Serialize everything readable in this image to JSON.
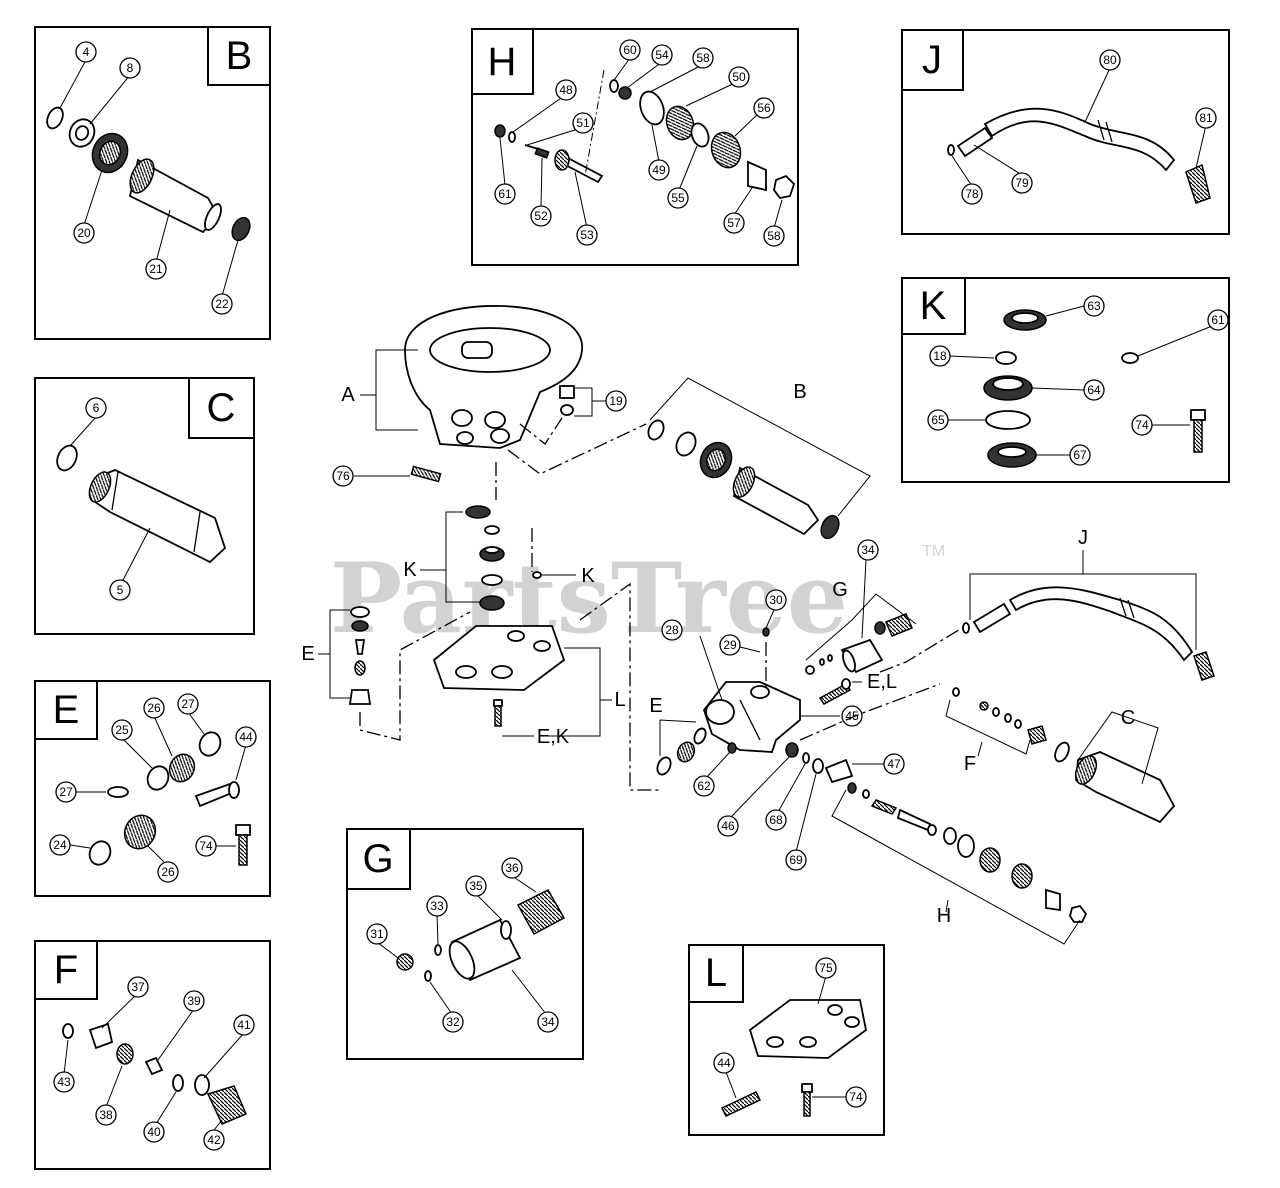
{
  "watermark": {
    "text": "PartsTree",
    "tm": "TM"
  },
  "insets": [
    {
      "letter": "B",
      "callouts": [
        "4",
        "8",
        "20",
        "21",
        "22"
      ]
    },
    {
      "letter": "H",
      "callouts": [
        "60",
        "54",
        "58",
        "48",
        "51",
        "50",
        "56",
        "61",
        "52",
        "53",
        "49",
        "55",
        "57",
        "58"
      ]
    },
    {
      "letter": "J",
      "callouts": [
        "80",
        "81",
        "78",
        "79"
      ]
    },
    {
      "letter": "K",
      "callouts": [
        "63",
        "61",
        "18",
        "64",
        "65",
        "74",
        "67"
      ]
    },
    {
      "letter": "C",
      "callouts": [
        "6",
        "5"
      ]
    },
    {
      "letter": "E",
      "callouts": [
        "26",
        "27",
        "25",
        "44",
        "27",
        "24",
        "26",
        "74"
      ]
    },
    {
      "letter": "F",
      "callouts": [
        "37",
        "39",
        "41",
        "43",
        "38",
        "40",
        "42"
      ]
    },
    {
      "letter": "G",
      "callouts": [
        "36",
        "35",
        "33",
        "31",
        "32",
        "34"
      ]
    },
    {
      "letter": "L",
      "callouts": [
        "75",
        "44",
        "74"
      ]
    }
  ],
  "main": {
    "callouts": [
      "19",
      "76",
      "28",
      "30",
      "29",
      "34",
      "45",
      "62",
      "46",
      "68",
      "69",
      "47"
    ],
    "group_labels": [
      "A",
      "B",
      "K",
      "K",
      "E",
      "L",
      "E,K",
      "G",
      "E,L",
      "J",
      "E",
      "F",
      "C",
      "H"
    ]
  }
}
